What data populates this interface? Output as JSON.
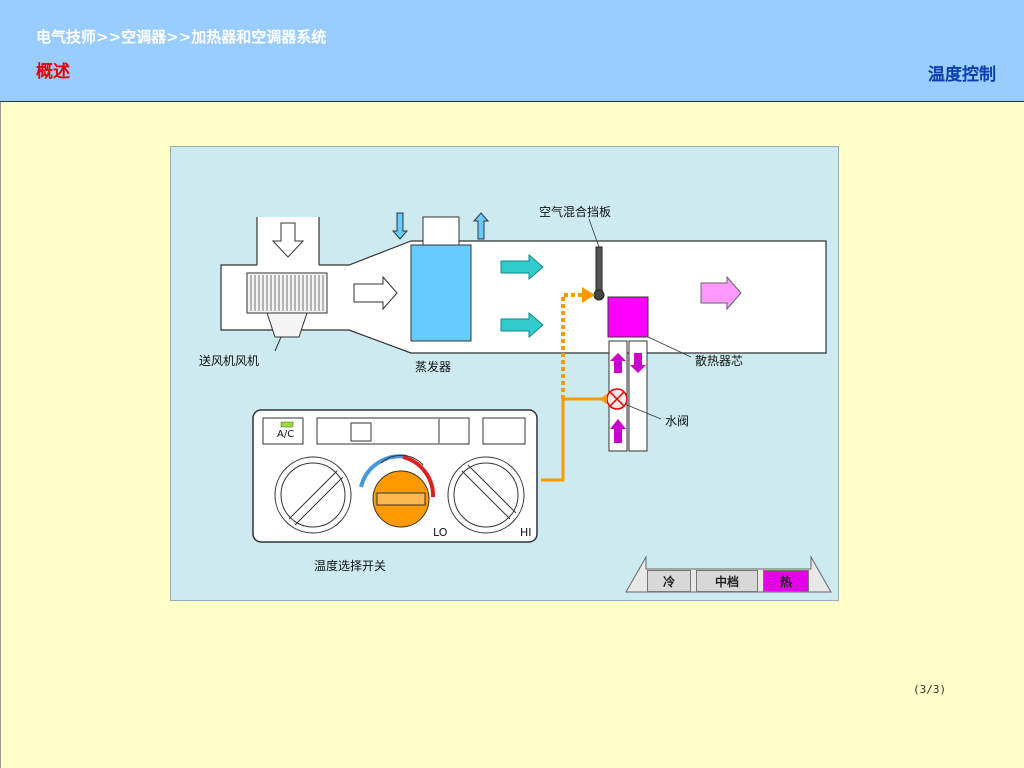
{
  "header": {
    "breadcrumb": "电气技师>>空调器>>加热器和空调器系统",
    "section": "概述",
    "title": "温度控制"
  },
  "diagram": {
    "labels": {
      "blower": "送风机风机",
      "evaporator": "蒸发器",
      "damper": "空气混合挡板",
      "heater_core": "散热器芯",
      "water_valve": "水阀",
      "temp_switch": "温度选择开关"
    },
    "panel": {
      "ac_label": "A/C",
      "lo_label": "LO",
      "hi_label": "HI"
    }
  },
  "modes": {
    "cold": "冷",
    "mid": "中档",
    "hot": "热"
  },
  "page_number": "(3/3)",
  "colors": {
    "header_bg": "#99ccff",
    "page_bg": "#fefec8",
    "panel_bg": "#cceaf0",
    "evaporator": "#66ccff",
    "heater_core": "#ff00ff",
    "control_line": "#ff9900",
    "hot_button": "#e600e6"
  }
}
